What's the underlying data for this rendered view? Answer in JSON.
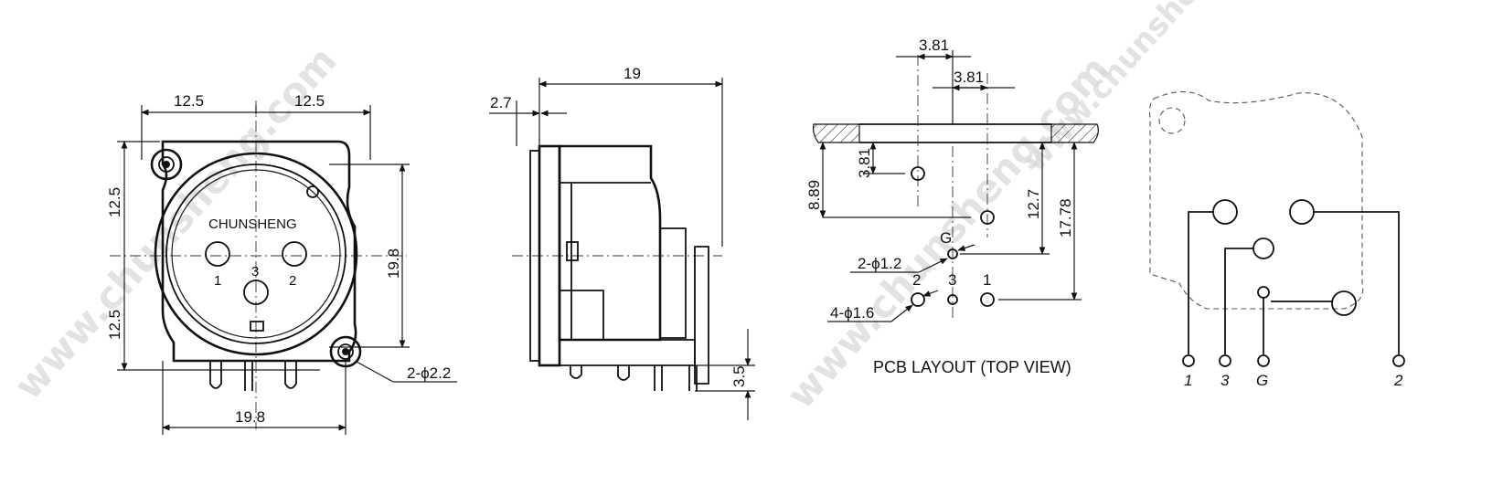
{
  "front_view": {
    "dims": {
      "top_left": "12.5",
      "top_right": "12.5",
      "left_top": "12.5",
      "left_bottom": "12.5",
      "right_height": "19.8",
      "bottom_width": "19.8",
      "mount_hole": "2-ϕ2.2"
    },
    "brand": "CHUNSHENG",
    "pins": [
      "1",
      "3",
      "2"
    ]
  },
  "side_view": {
    "dims": {
      "length": "19",
      "flange": "2.7",
      "pin_height": "3.5"
    }
  },
  "pcb_layout": {
    "dims": {
      "pitch_top": "3.81",
      "pitch_second": "3.81",
      "vertical_small": "3.81",
      "vertical_a": "8.89",
      "vertical_b": "12.7",
      "vertical_c": "17.78",
      "small_holes": "2-ϕ1.2",
      "large_holes": "4-ϕ1.6"
    },
    "hole_labels": {
      "g": "G",
      "two": "2",
      "three": "3",
      "one": "1"
    },
    "caption": "PCB LAYOUT (TOP VIEW)"
  },
  "schematic": {
    "pins": [
      "1",
      "3",
      "G",
      "2"
    ]
  },
  "watermarks": [
    "www.chunsheng.com",
    "www.chunsheng.com",
    "www.chunsheng.com"
  ]
}
